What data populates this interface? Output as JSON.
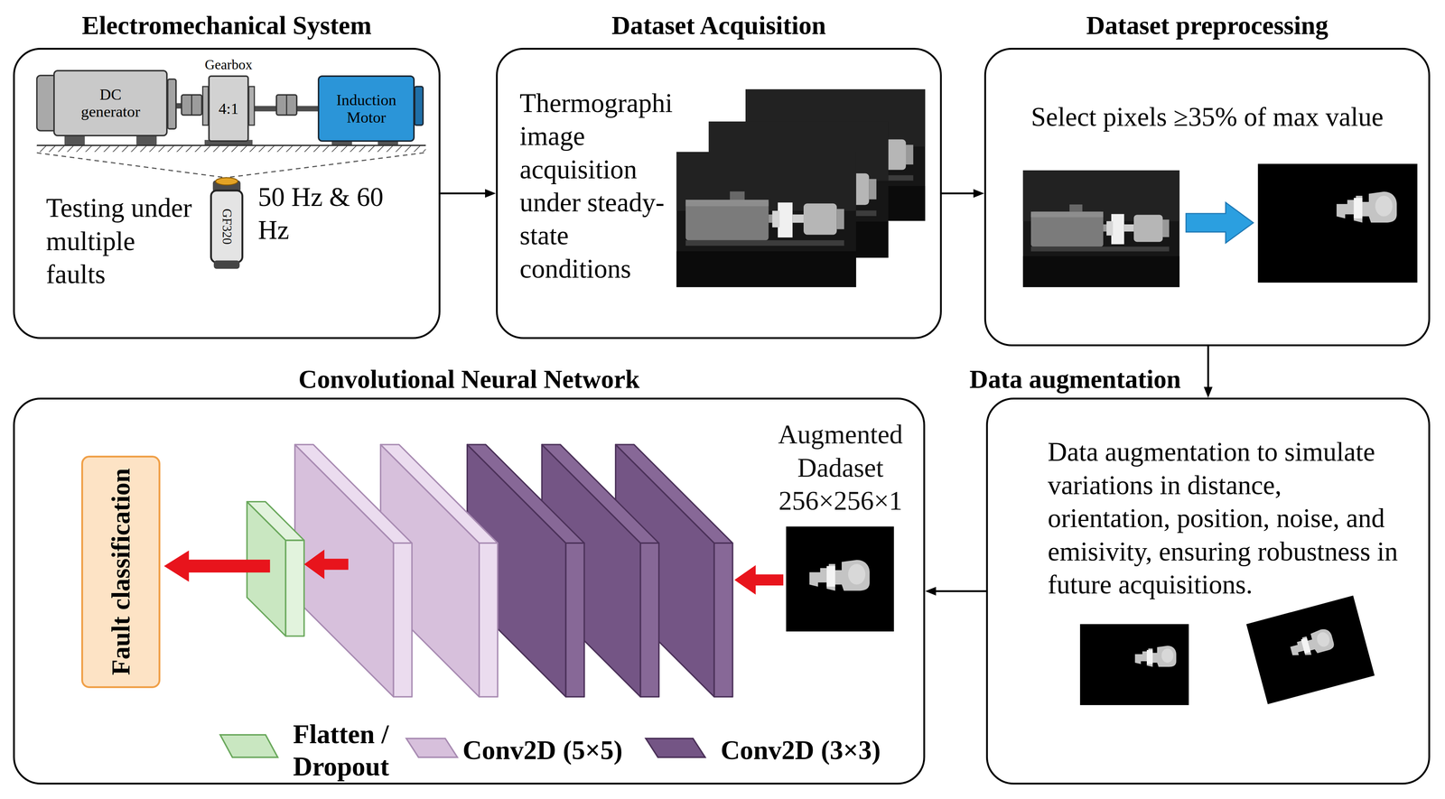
{
  "diagram": {
    "nodes": [
      {
        "text": [
          "Electromechanical System",
          "Testing under multiple faults",
          "50 Hz & 60 Hz"
        ]
      },
      {
        "text": [
          "DC generator"
        ],
        "in": 0
      },
      {
        "text": [
          "Gearbox",
          "4:1"
        ],
        "in": 0
      },
      {
        "text": [
          "Induction Motor"
        ],
        "in": 0
      },
      {
        "text": [
          "Dataset Acquisition",
          "Thermographi image acquisition under steady-state conditions"
        ]
      },
      {
        "text": [
          "Dataset preprocessing",
          "Select pixels ≥35% of max value"
        ]
      },
      {
        "text": [
          "Data augmentation",
          "Data augmentation to simulate variations in distance, orientation, position, noise, and emisivity, ensuring robustness in future acquisitions."
        ]
      },
      {
        "text": [
          "Convolutional Neural Network"
        ]
      },
      {
        "text": [
          "Fault classification"
        ],
        "in": 7
      }
    ],
    "edges": [
      {
        "from": 1,
        "to": 2,
        "arrow": "none"
      },
      {
        "from": 2,
        "to": 3,
        "arrow": "none"
      },
      {
        "from": 0,
        "to": 4,
        "arrow": "to"
      },
      {
        "from": 4,
        "to": 5,
        "arrow": "to"
      },
      {
        "from": 5,
        "to": 6,
        "arrow": "to"
      },
      {
        "from": 6,
        "to": 7,
        "arrow": "to"
      }
    ],
    "labels": [
      "GF320",
      "Augmented Dadaset 256×256×1"
    ],
    "legend": [
      {
        "text": "Flatten / Dropout",
        "color": "#c9e7c1"
      },
      {
        "text": "Conv2D (5×5)",
        "color": "#d7c0dc"
      },
      {
        "text": "Conv2D (3×3)",
        "color": "#745585"
      }
    ]
  }
}
